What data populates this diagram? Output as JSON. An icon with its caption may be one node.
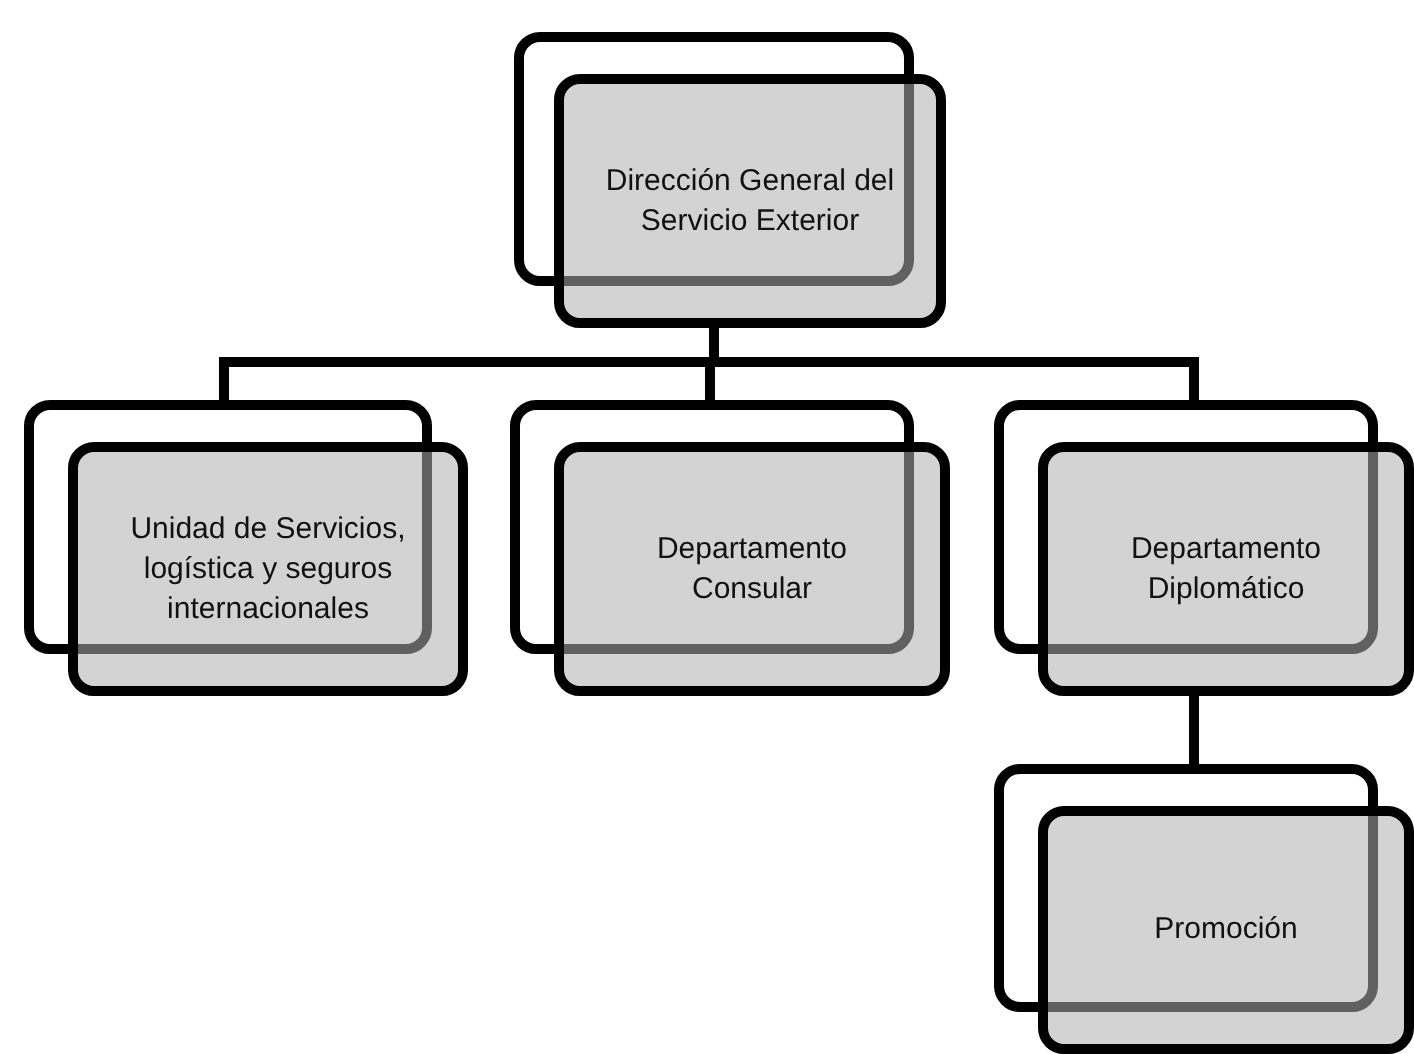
{
  "diagram": {
    "nodes": [
      {
        "text": [
          "Dirección General del Servicio Exterior"
        ]
      },
      {
        "text": [
          "Unidad de Servicios, logística y seguros internacionales"
        ]
      },
      {
        "text": [
          "Departamento Consular"
        ]
      },
      {
        "text": [
          "Departamento Diplomático"
        ]
      },
      {
        "text": [
          "Promoción"
        ]
      }
    ],
    "edges": [
      {
        "from": 0,
        "to": 1,
        "arrow": "none"
      },
      {
        "from": 0,
        "to": 2,
        "arrow": "none"
      },
      {
        "from": 0,
        "to": 3,
        "arrow": "none"
      },
      {
        "from": 3,
        "to": 4,
        "arrow": "none"
      }
    ]
  }
}
